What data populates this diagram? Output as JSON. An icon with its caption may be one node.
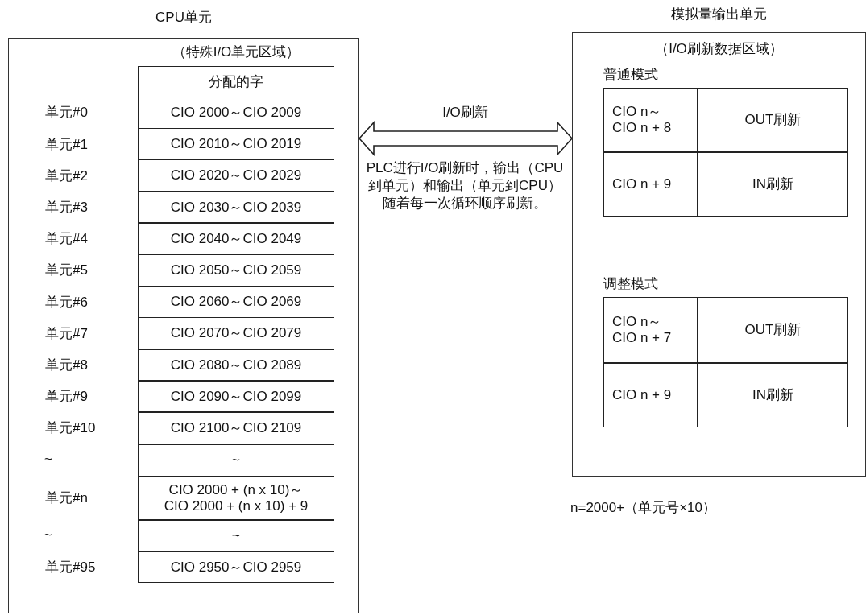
{
  "diagram": {
    "nodes": [
      {
        "text": [
          "CPU单元"
        ]
      },
      {
        "text": [
          "（特殊I/O单元区域）"
        ],
        "in": 0
      },
      {
        "text": [
          "分配的字"
        ],
        "in": 1
      },
      {
        "text": [
          "CIO 2000～CIO 2009"
        ],
        "in": 1,
        "beside": [
          "单元#0"
        ]
      },
      {
        "text": [
          "CIO 2010～CIO 2019"
        ],
        "in": 1,
        "beside": [
          "单元#1"
        ]
      },
      {
        "text": [
          "CIO 2020～CIO 2029"
        ],
        "in": 1,
        "beside": [
          "单元#2"
        ]
      },
      {
        "text": [
          "CIO 2030～CIO 2039"
        ],
        "in": 1,
        "beside": [
          "单元#3"
        ]
      },
      {
        "text": [
          "CIO 2040～CIO 2049"
        ],
        "in": 1,
        "beside": [
          "单元#4"
        ]
      },
      {
        "text": [
          "CIO 2050～CIO 2059"
        ],
        "in": 1,
        "beside": [
          "单元#5"
        ]
      },
      {
        "text": [
          "CIO 2060～CIO 2069"
        ],
        "in": 1,
        "beside": [
          "单元#6"
        ]
      },
      {
        "text": [
          "CIO 2070～CIO 2079"
        ],
        "in": 1,
        "beside": [
          "单元#7"
        ]
      },
      {
        "text": [
          "CIO 2080～CIO 2089"
        ],
        "in": 1,
        "beside": [
          "单元#8"
        ]
      },
      {
        "text": [
          "CIO 2090～CIO 2099"
        ],
        "in": 1,
        "beside": [
          "单元#9"
        ]
      },
      {
        "text": [
          "CIO 2100～CIO 2109"
        ],
        "in": 1,
        "beside": [
          "单元#10"
        ]
      },
      {
        "text": [
          "~"
        ],
        "in": 1
      },
      {
        "text": [
          "CIO 2000 + (n x 10)～ CIO 2000 + (n x 10) + 9"
        ],
        "in": 1,
        "beside": [
          "单元#n"
        ]
      },
      {
        "text": [
          "~"
        ],
        "in": 1
      },
      {
        "text": [
          "CIO 2950～CIO 2959"
        ],
        "in": 1,
        "beside": [
          "单元#95"
        ]
      },
      {
        "text": [
          "模拟量输出单元"
        ]
      },
      {
        "text": [
          "普通模式"
        ],
        "in": 18
      },
      {
        "text": [
          "CIO n～ CIO n + 8"
        ],
        "in": 19
      },
      {
        "text": [
          "OUT刷新"
        ],
        "in": 19
      },
      {
        "text": [
          "CIO n + 9"
        ],
        "in": 19
      },
      {
        "text": [
          "IN刷新"
        ],
        "in": 19
      },
      {
        "text": [
          "调整模式"
        ],
        "in": 18
      },
      {
        "text": [
          "CIO n～ CIO n + 7"
        ],
        "in": 24
      },
      {
        "text": [
          "OUT刷新"
        ],
        "in": 24
      },
      {
        "text": [
          "CIO n + 9"
        ],
        "in": 24
      },
      {
        "text": [
          "IN刷新"
        ],
        "in": 24
      }
    ],
    "edges": [
      {
        "from": 0,
        "to": 18,
        "arrow": "both",
        "label": "I/O刷新"
      }
    ],
    "labels": [
      "（I/O刷新数据区域）",
      "PLC进行I/O刷新时，输出（CPU到单元）和输出（单元到CPU）随着每一次循环顺序刷新。",
      "~",
      "~",
      "n=2000+（单元号×10）"
    ]
  }
}
